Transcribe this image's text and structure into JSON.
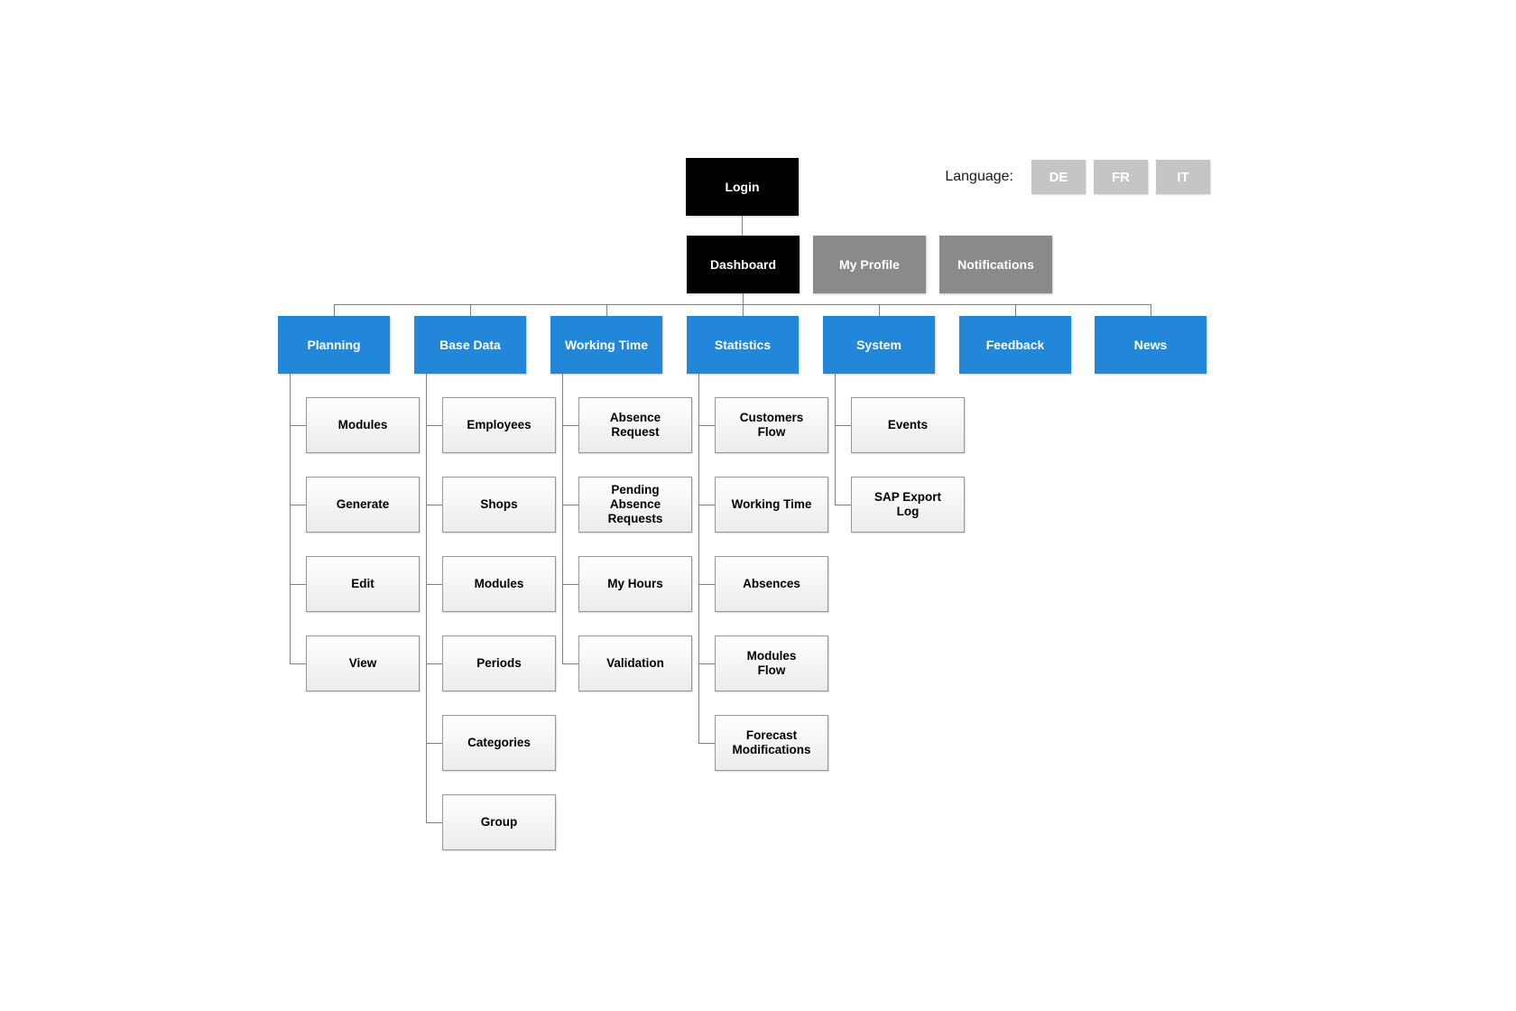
{
  "login": {
    "label": "Login"
  },
  "language": {
    "label": "Language:",
    "buttons": [
      "DE",
      "FR",
      "IT"
    ]
  },
  "nav": {
    "dashboard": "Dashboard",
    "my_profile": "My Profile",
    "notifications": "Notifications"
  },
  "sections": [
    {
      "label": "Planning",
      "children": [
        "Modules",
        "Generate",
        "Edit",
        "View"
      ]
    },
    {
      "label": "Base Data",
      "children": [
        "Employees",
        "Shops",
        "Modules",
        "Periods",
        "Categories",
        "Group"
      ]
    },
    {
      "label": "Working Time",
      "children": [
        "Absence\nRequest",
        "Pending\nAbsence\nRequests",
        "My Hours",
        "Validation"
      ]
    },
    {
      "label": "Statistics",
      "children": [
        "Customers\nFlow",
        "Working Time",
        "Absences",
        "Modules\nFlow",
        "Forecast\nModifications"
      ]
    },
    {
      "label": "System",
      "children": [
        "Events",
        "SAP Export\nLog"
      ]
    },
    {
      "label": "Feedback",
      "children": []
    },
    {
      "label": "News",
      "children": []
    }
  ],
  "colors": {
    "primary_blue": "#2287d8",
    "node_black": "#000000",
    "node_gray": "#8a8a8a",
    "language_button_gray": "#c5c5c5",
    "connector": "#808080"
  }
}
